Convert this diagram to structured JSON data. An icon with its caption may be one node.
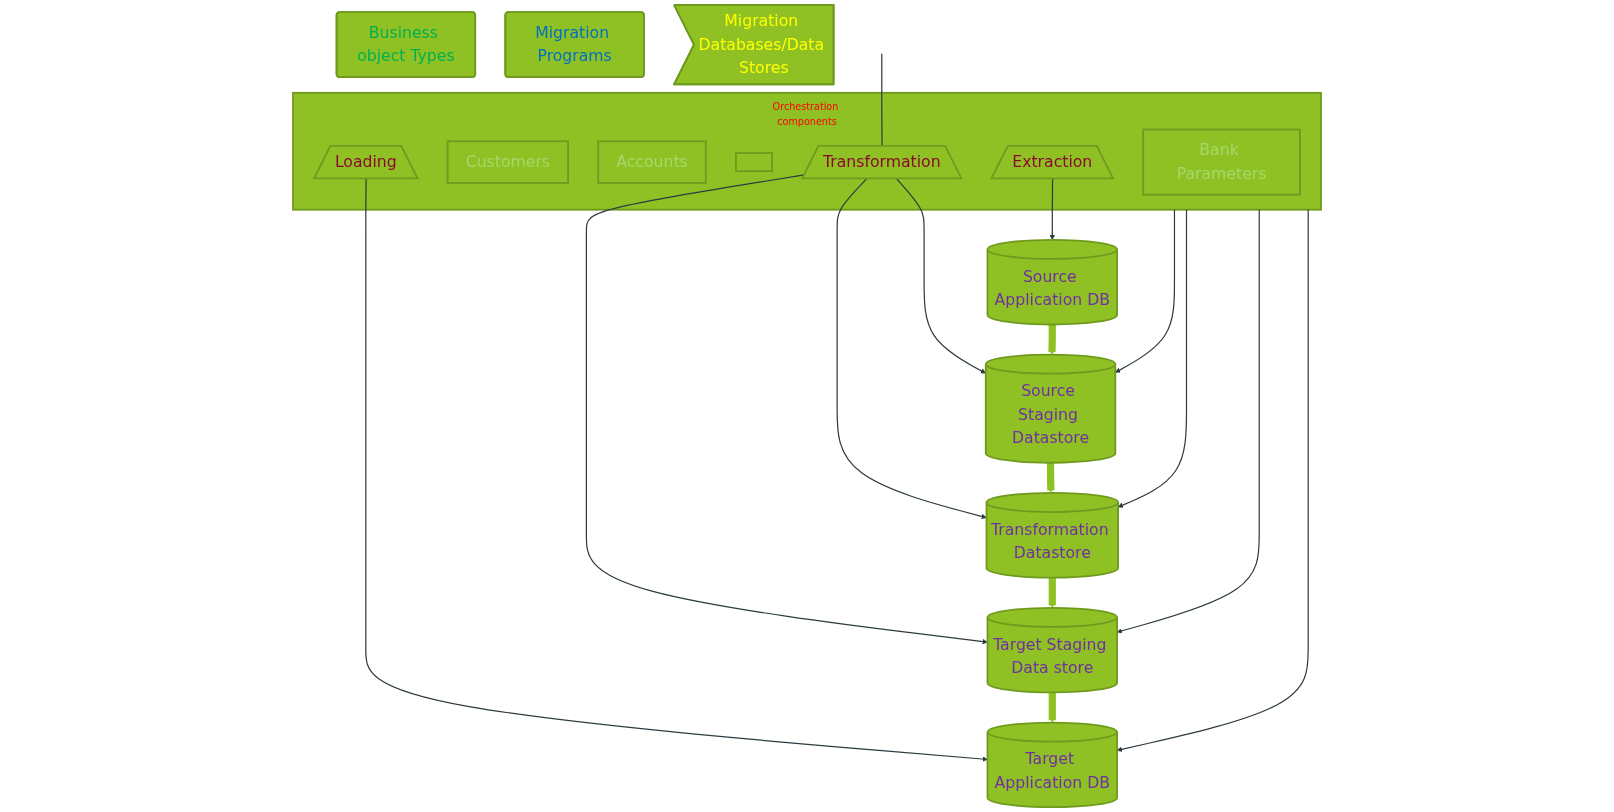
{
  "diagram": {
    "nodes": [
      {
        "text": [
          "Business object Types"
        ]
      },
      {
        "text": [
          "Orchestration components"
        ]
      },
      {
        "text": [
          "Bank Parameters"
        ],
        "in": 1
      },
      {
        "text": [
          "Customers"
        ],
        "in": 1
      },
      {
        "text": [
          "Accounts"
        ],
        "in": 1
      },
      {
        "text": [],
        "shape": "bar",
        "in": 1
      },
      {
        "text": [
          "Extraction"
        ],
        "in": 1
      },
      {
        "text": [
          "Transformation"
        ],
        "in": 1
      },
      {
        "text": [
          "Loading"
        ],
        "in": 1
      },
      {
        "text": [
          "Migration Programs"
        ]
      },
      {
        "text": [
          "Source Application DB"
        ]
      },
      {
        "text": [
          "Source Staging Datastore"
        ]
      },
      {
        "text": [
          "Transformation Datastore"
        ]
      },
      {
        "text": [
          "Target Staging Data store"
        ]
      },
      {
        "text": [
          "Target Application DB"
        ]
      },
      {
        "text": [
          "Migration Databases/Data Stores"
        ]
      }
    ],
    "edges": [
      {
        "from": 1,
        "to": 11,
        "arrow": "to"
      },
      {
        "from": 1,
        "to": 12,
        "arrow": "to"
      },
      {
        "from": null,
        "to": 7,
        "arrow": "none"
      },
      {
        "from": 7,
        "to": 12,
        "arrow": "to"
      },
      {
        "from": 1,
        "to": 13,
        "arrow": "to"
      },
      {
        "from": 1,
        "to": 14,
        "arrow": "to"
      },
      {
        "from": 6,
        "to": 10,
        "arrow": "to"
      },
      {
        "from": 7,
        "to": 11,
        "arrow": "to"
      },
      {
        "from": 7,
        "to": 13,
        "arrow": "to"
      },
      {
        "from": 8,
        "to": 14,
        "arrow": "to"
      },
      {
        "from": 10,
        "to": 11,
        "arrow": "to",
        "style": "thick",
        "color": "#8fc125"
      },
      {
        "from": 11,
        "to": 12,
        "arrow": "to",
        "style": "thick",
        "color": "#8fc125"
      },
      {
        "from": 12,
        "to": 13,
        "arrow": "to",
        "style": "thick",
        "color": "#8fc125"
      },
      {
        "from": 13,
        "to": 14,
        "arrow": "to",
        "style": "thick",
        "color": "#8fc125"
      }
    ]
  }
}
